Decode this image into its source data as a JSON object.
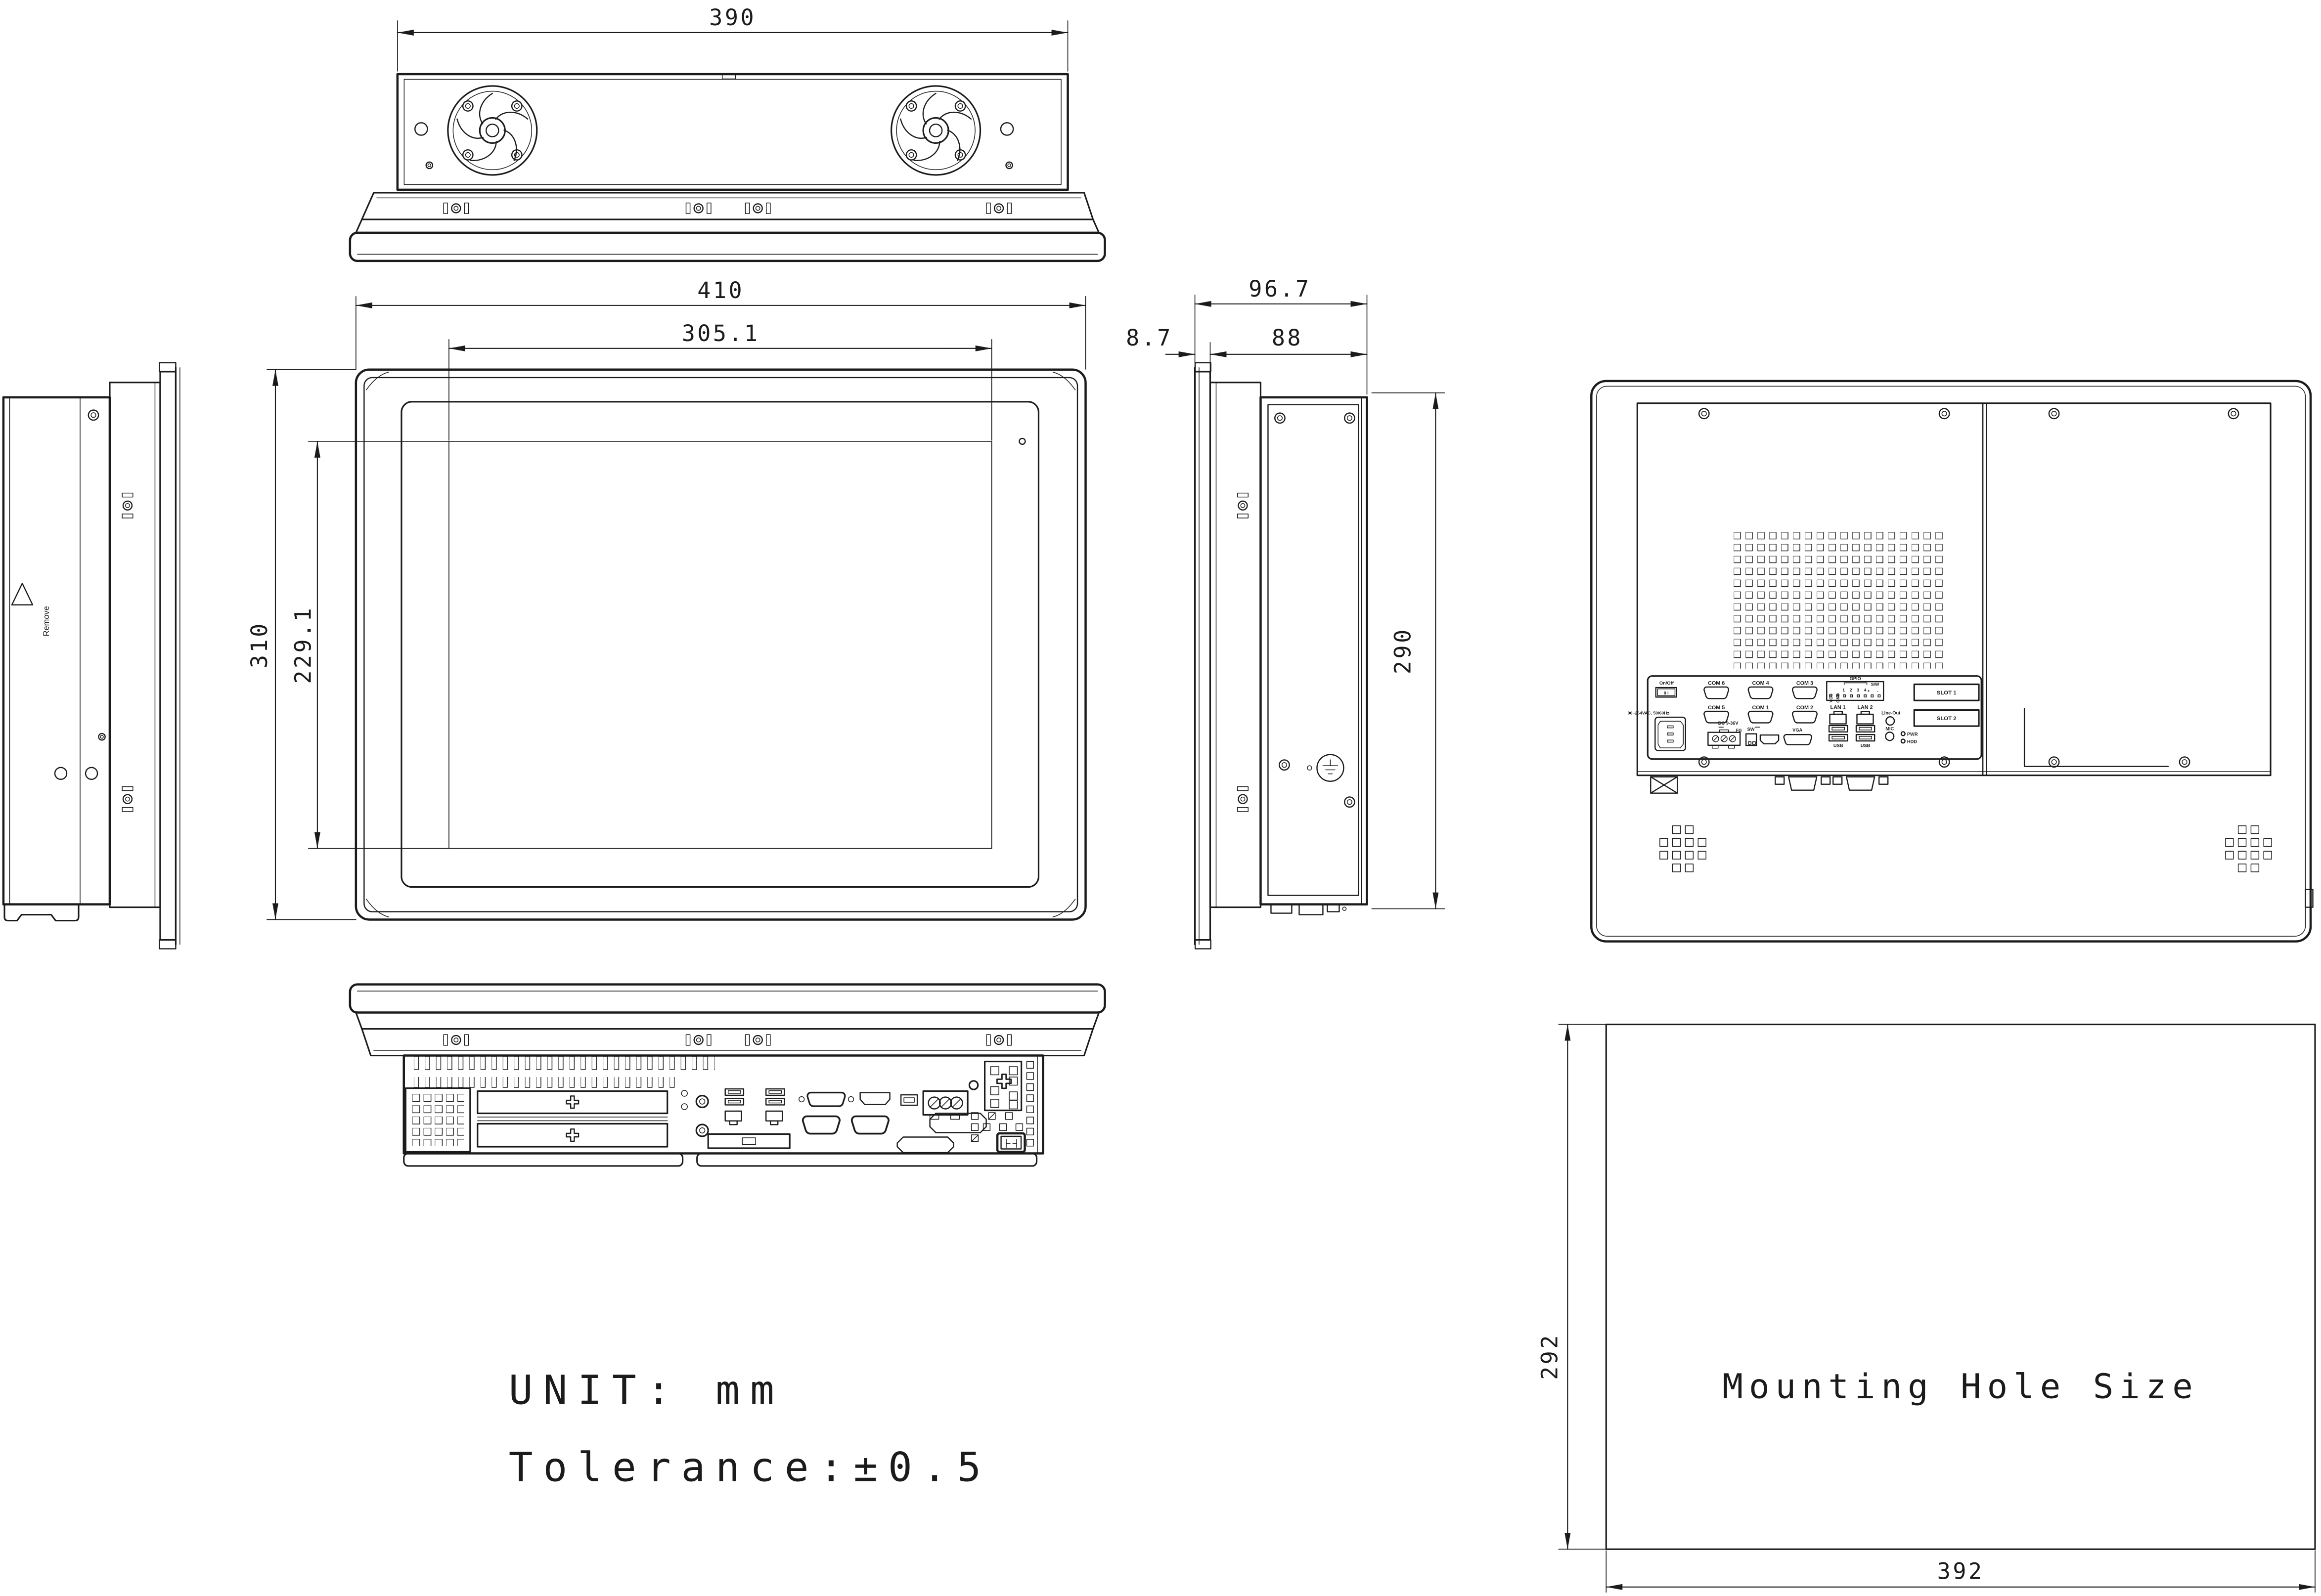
{
  "drawing": {
    "notes": {
      "unit": "UNIT: mm",
      "tolerance": "Tolerance:±0.5"
    },
    "dims": {
      "top_width": "390",
      "front_outer_width": "410",
      "front_display_width": "305.1",
      "front_outer_height": "310",
      "front_display_height": "229.1",
      "depth_total": "96.7",
      "depth_body": "88",
      "bezel_depth": "8.7",
      "body_height": "290",
      "mount_width": "392",
      "mount_height": "292"
    },
    "labels": {
      "mounting": "Mounting Hole Size",
      "remove": "Remove"
    },
    "rear_panel": {
      "on_off": "On/Off",
      "rocker": "0 I",
      "ac": "90~264VAC, 50/60Hz",
      "com6": "COM 6",
      "com5": "COM 5",
      "com4": "COM 4",
      "com1": "COM 1",
      "com3": "COM 3",
      "com2": "COM 2",
      "gpio": "GPIO",
      "vcc": "VCC",
      "gnd": "GND",
      "gpio_pins": "1 2 3 4",
      "gpio_pm": "+ -",
      "sw_gpio": "S/W",
      "dc": "DC 9-36V",
      "fg": "FG",
      "sw": "SW",
      "vga": "VGA",
      "lan1": "LAN 1",
      "lan2": "LAN 2",
      "usb_a": "USB",
      "usb_b": "USB",
      "line_out": "Line-Out",
      "mic": "MIC",
      "pwr": "PWR",
      "hdd": "HDD",
      "slot1": "SLOT 1",
      "slot2": "SLOT 2"
    }
  }
}
